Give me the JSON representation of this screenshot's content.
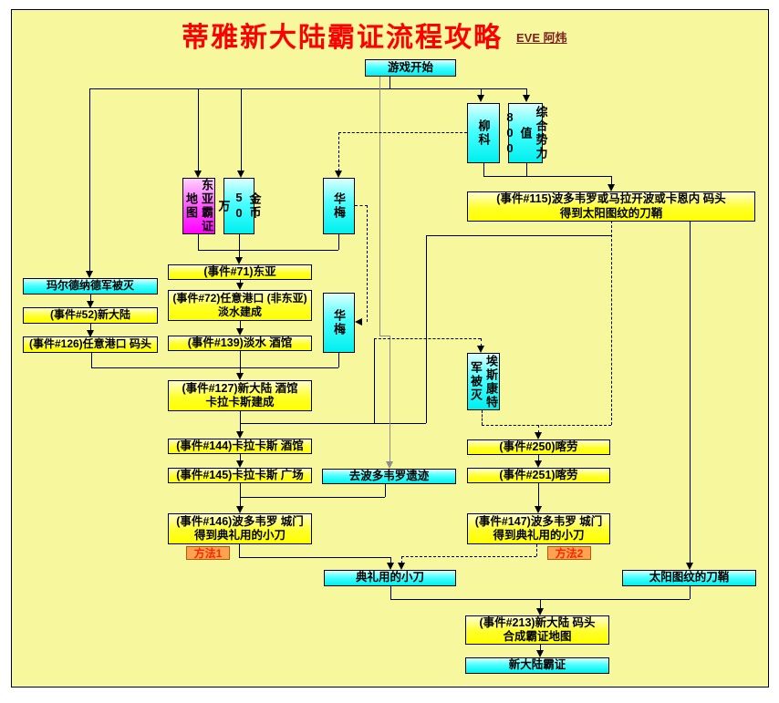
{
  "title": "蒂雅新大陆霸证流程攻略",
  "author": "EVE 阿炜",
  "colors": {
    "title": "#FF0000",
    "author": "#7B1F1F",
    "canvas": "#F7F79E",
    "box_yellow": "#FFFF00",
    "box_cyan": "#00EFEF",
    "box_magenta": "#FF00FF",
    "method_bg": "#FFA352",
    "method_text": "#FF2400",
    "line": "#000000",
    "line_gray": "#8C8C8C"
  },
  "nodes": {
    "start": "游戏开始",
    "liuke": "柳科",
    "zonghe": "综合势力\n值800",
    "dongya_map": "东亚霸证\n地图",
    "jinbi": "金币50\n万",
    "huamei1": "华梅",
    "huamei2": "华梅",
    "aisikangte": "埃斯康特\n军被灭",
    "e115": "(事件#115)波多韦罗或马拉开波或卡恩内 码头\n得到太阳图纹的刀鞘",
    "maerde": "玛尔德纳德军被灭",
    "e52": "(事件#52)新大陆",
    "e126": "(事件#126)任意港口 码头",
    "e71": "(事件#71)东亚",
    "e72": "(事件#72)任意港口 (非东亚)\n淡水建成",
    "e139": "(事件#139)淡水 酒馆",
    "e127": "(事件#127)新大陆 酒馆\n卡拉卡斯建成",
    "e144": "(事件#144)卡拉卡斯 酒馆",
    "e145": "(事件#145)卡拉卡斯 广场",
    "yiji": "去波多韦罗遗迹",
    "e250": "(事件#250)喀劳",
    "e251": "(事件#251)喀劳",
    "e146": "(事件#146)波多韦罗 城门\n得到典礼用的小刀",
    "e147": "(事件#147)波多韦罗 城门\n得到典礼用的小刀",
    "method1": "方法1",
    "method2": "方法2",
    "xiaodao": "典礼用的小刀",
    "daoqiao": "太阳图纹的刀鞘",
    "e213": "(事件#213)新大陆 码头\n合成霸证地图",
    "bazheng": "新大陆霸证"
  }
}
